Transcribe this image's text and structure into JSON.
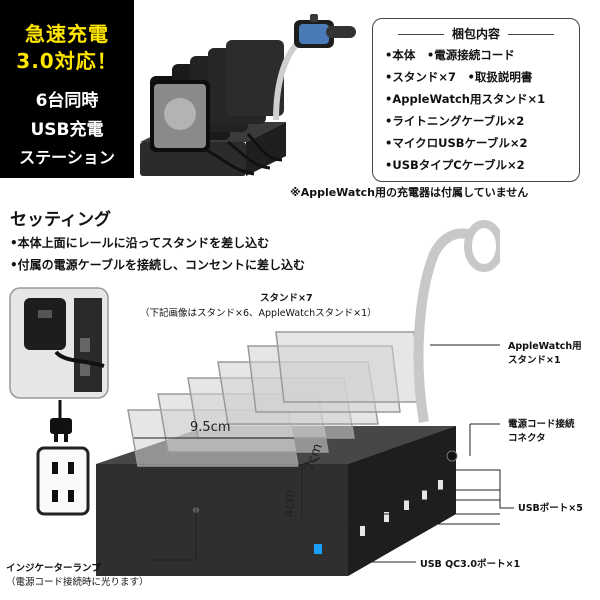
{
  "badge": {
    "line1": "急速充電",
    "line2": "3.0対応！",
    "line3": "6台同時",
    "line4": "USB充電",
    "line5": "ステーション",
    "colors": {
      "background": "#000000",
      "yellow": "#ffe600",
      "white": "#ffffff"
    }
  },
  "package": {
    "title": "梱包内容",
    "items": [
      "•本体　•電源接続コード",
      "•スタンド×7　•取扱説明書",
      "•AppleWatch用スタンド×1",
      "•ライトニングケーブル×2",
      "•マイクロUSBケーブル×2",
      "•USBタイプCケーブル×2"
    ]
  },
  "note": "※AppleWatch用の充電器は付属していません",
  "setting": {
    "title": "セッティング",
    "lines": [
      "•本体上面にレールに沿ってスタンドを差し込む",
      "•付属の電源ケーブルを接続し、コンセントに差し込む"
    ]
  },
  "labels": {
    "stand": "スタンド×7",
    "stand_sub": "（下記画像はスタンド×6、AppleWatchスタンド×1）",
    "apple_watch_1": "AppleWatch用",
    "apple_watch_2": "スタンド×1",
    "connector_1": "電源コード接続",
    "connector_2": "コネクタ",
    "usb_port": "USBポート×5",
    "qc_port": "USB QC3.0ポート×1",
    "indicator_1": "インジケーターランプ",
    "indicator_2": "（電源コード接続時に光ります）"
  },
  "dimensions": {
    "width": "9.5cm",
    "depth": "2cm",
    "height": "4cm"
  }
}
